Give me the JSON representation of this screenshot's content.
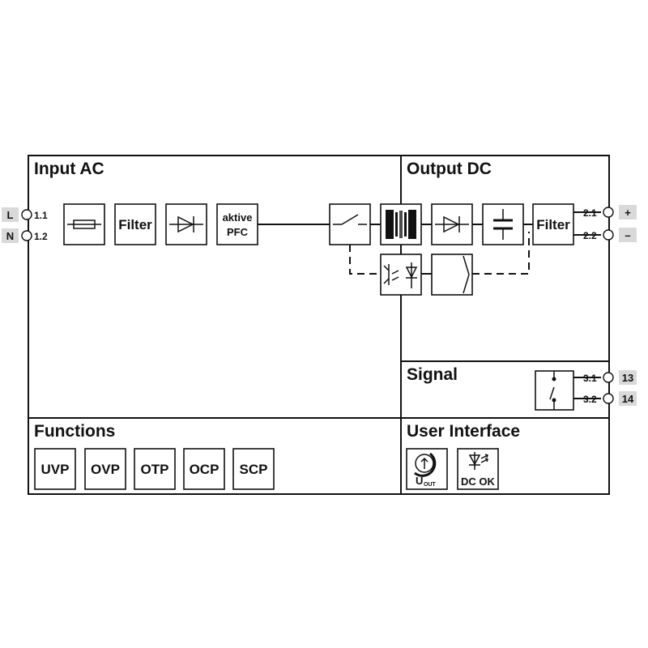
{
  "sections": {
    "input": "Input AC",
    "output": "Output DC",
    "signal": "Signal",
    "functions": "Functions",
    "user_interface": "User Interface"
  },
  "input_terminals": [
    {
      "badge": "L",
      "pin": "1.1"
    },
    {
      "badge": "N",
      "pin": "1.2"
    }
  ],
  "output_terminals": [
    {
      "pin": "2.1",
      "badge": "+"
    },
    {
      "pin": "2.2",
      "badge": "–"
    }
  ],
  "signal_terminals": [
    {
      "pin": "3.1",
      "badge": "13"
    },
    {
      "pin": "3.2",
      "badge": "14"
    }
  ],
  "blocks": {
    "filter_in": "Filter",
    "pfc_line1": "aktive",
    "pfc_line2": "PFC",
    "filter_out": "Filter"
  },
  "functions": [
    "UVP",
    "OVP",
    "OTP",
    "OCP",
    "SCP"
  ],
  "user_interface": {
    "potentiometer_main": "U",
    "potentiometer_sub": "OUT",
    "led_label": "DC OK"
  },
  "icons": {
    "fuse": "fuse-icon",
    "diode": "diode-icon",
    "switch": "switch-icon",
    "transformer": "transformer-icon",
    "capacitor": "capacitor-icon",
    "optocoupler": "optocoupler-icon",
    "controller": "controller-icon",
    "relay_contact": "relay-contact-icon",
    "potentiometer": "potentiometer-icon",
    "led": "led-icon"
  }
}
